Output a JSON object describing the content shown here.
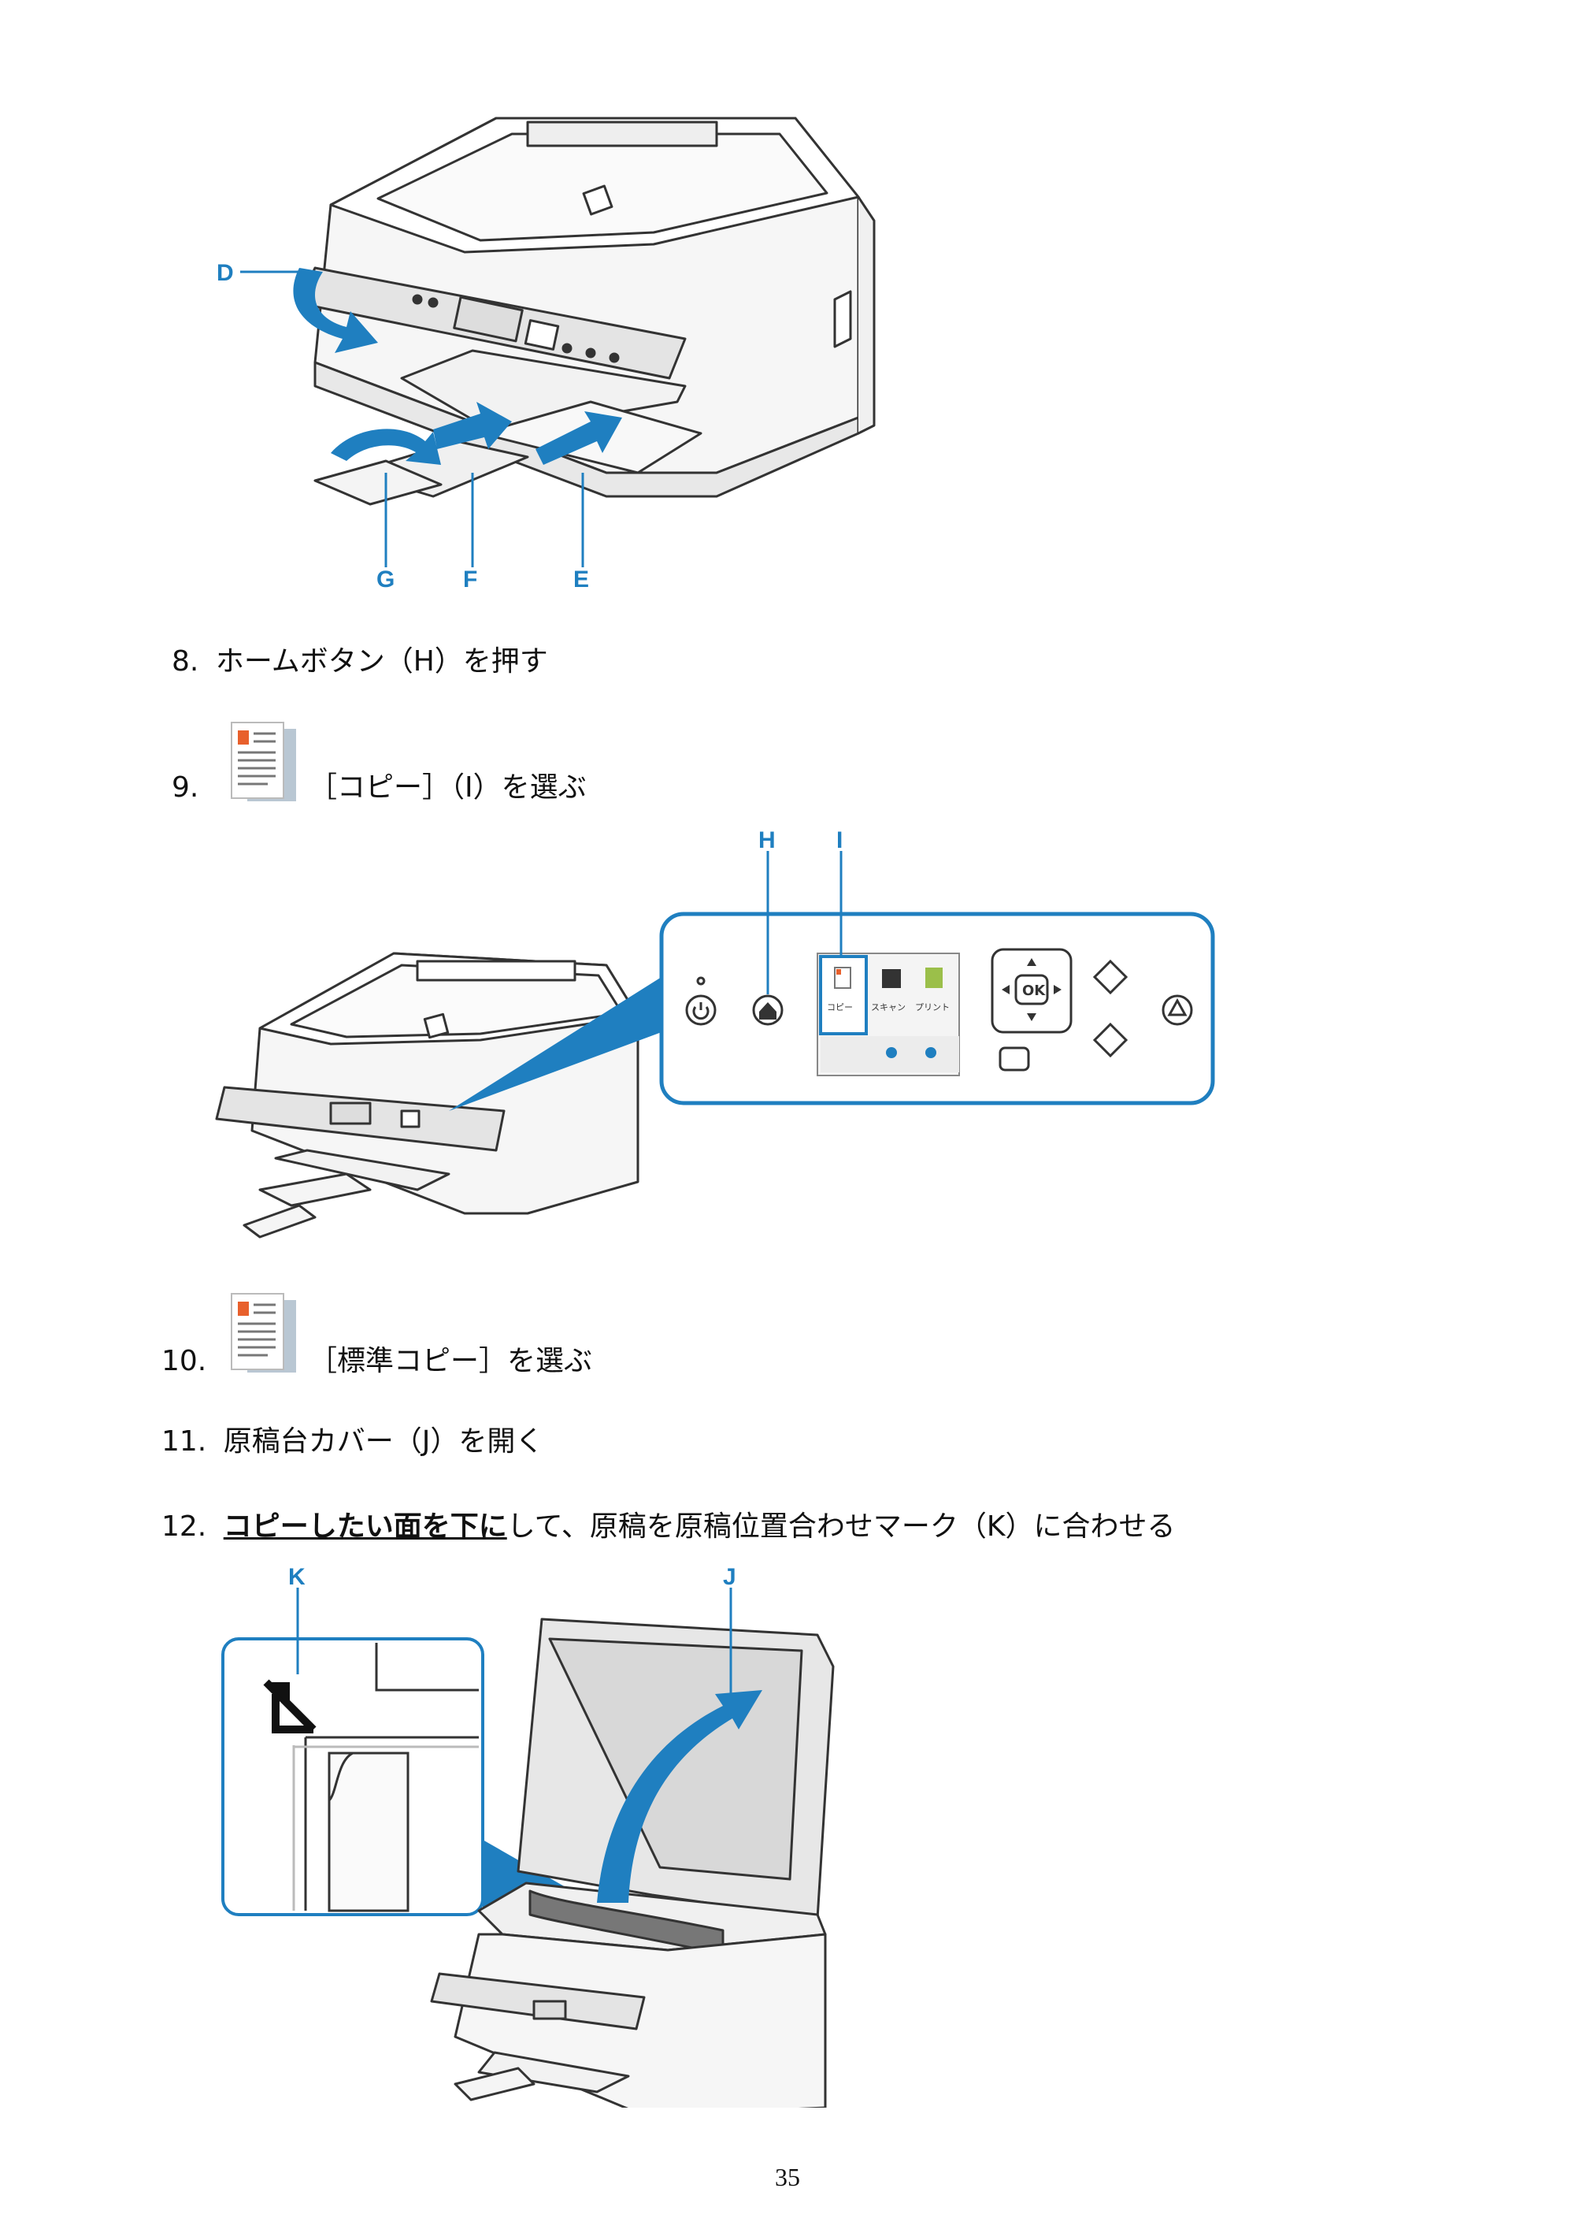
{
  "figure1": {
    "callouts": {
      "d": "D",
      "g": "G",
      "f": "F",
      "e": "E"
    }
  },
  "steps": [
    {
      "num": "8.",
      "text": "ホームボタン（H）を押す"
    },
    {
      "num": "9.",
      "text": "［コピー］（I）を選ぶ",
      "icon": "copy-document-icon"
    },
    {
      "num": "10.",
      "text": "［標準コピー］を選ぶ",
      "icon": "copy-document-icon"
    },
    {
      "num": "11.",
      "text": "原稿台カバー（J）を開く"
    },
    {
      "num": "12.",
      "emphasis": "コピーしたい面を下に",
      "text": "して、原稿を原稿位置合わせマーク（K）に合わせる"
    }
  ],
  "figure2": {
    "callouts": {
      "h": "H",
      "i": "I"
    },
    "panel": {
      "menu": [
        "コピー",
        "スキャン",
        "プリント"
      ],
      "ok": "OK"
    }
  },
  "figure3": {
    "callouts": {
      "k": "K",
      "j": "J"
    }
  },
  "page_number": "35",
  "colors": {
    "accent": "#1f7fc0",
    "outline": "#2b2b2b"
  }
}
